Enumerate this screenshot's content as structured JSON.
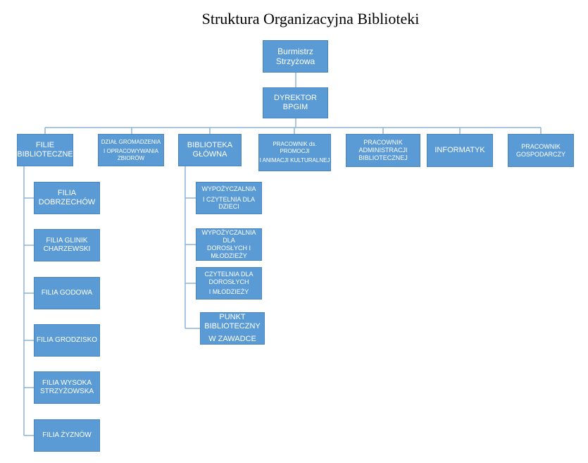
{
  "title": "Struktura Organizacyjna Biblioteki",
  "colors": {
    "box_fill": "#5b9bd5",
    "box_text": "#ffffff",
    "connector": "#8eb4d8"
  },
  "nodes": {
    "burmistrz": [
      "Burmistrz",
      "Strzyżowa"
    ],
    "dyrektor": [
      "DYREKTOR BPGIM"
    ],
    "filie": [
      "FILIE",
      "BIBLIOTECZNE"
    ],
    "dzial_gromadzenia": [
      "DZIAŁ GROMADZENIA",
      "I OPRACOWYWANIA",
      "ZBIORÓW"
    ],
    "biblioteka_glowna": [
      "BIBLIOTEKA",
      "GŁÓWNA"
    ],
    "pracownik_promocji": [
      "PRACOWNIK ds.",
      "PROMOCJI",
      "I ANIMACJI KULTURALNEJ"
    ],
    "pracownik_administracji": [
      "PRACOWNIK",
      "ADMINISTRACJI",
      "BIBLIOTECZNEJ"
    ],
    "informatyk": [
      "INFORMATYK"
    ],
    "pracownik_gospodarczy": [
      "PRACOWNIK",
      "GOSPODARCZY"
    ],
    "filia_dobrzechow": [
      "FILIA",
      "DOBRZECHÓW"
    ],
    "filia_glinik": [
      "FILIA GLINIK",
      "CHARZEWSKI"
    ],
    "filia_godowa": [
      "FILIA GODOWA"
    ],
    "filia_grodzisko": [
      "FILIA GRODZISKO"
    ],
    "filia_wysoka": [
      "FILIA WYSOKA",
      "STRZYŻOWSKA"
    ],
    "filia_zyznow": [
      "FILIA ŻYZNÓW"
    ],
    "wypozyczalnia_dzieci": [
      "WYPOŻYCZALNIA",
      "I CZYTELNIA DLA",
      "DZIECI"
    ],
    "wypozyczalnia_doroslych": [
      "WYPOŻYCZALNIA DLA",
      "DOROSŁYCH I",
      "MŁODZIEŻY"
    ],
    "czytelnia_doroslych": [
      "CZYTELNIA DLA",
      "DOROSŁYCH",
      "I MŁODZIEŻY"
    ],
    "punkt_biblioteczny": [
      "PUNKT",
      "BIBLIOTECZNY",
      "W ZAWADCE"
    ]
  }
}
